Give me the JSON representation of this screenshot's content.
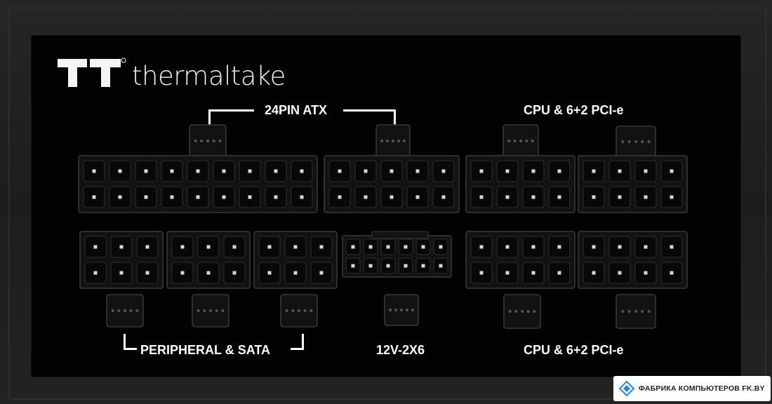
{
  "brand": {
    "name": "thermaltake"
  },
  "labels": {
    "atx": "24PIN ATX",
    "cpu_pcie_top": "CPU & 6+2 PCI-e",
    "peripheral_sata": "PERIPHERAL & SATA",
    "hpwr": "12V-2X6",
    "cpu_pcie_bottom": "CPU & 6+2 PCI-e"
  },
  "watermark": {
    "text": "ФАБРИКА КОМПЬЮТЕРОВ FK.BY",
    "accent": "#1e88e5"
  },
  "colors": {
    "panel": "#020202",
    "housing": "#111111",
    "pin": "#0c0c0c",
    "label": "#ffffff"
  }
}
